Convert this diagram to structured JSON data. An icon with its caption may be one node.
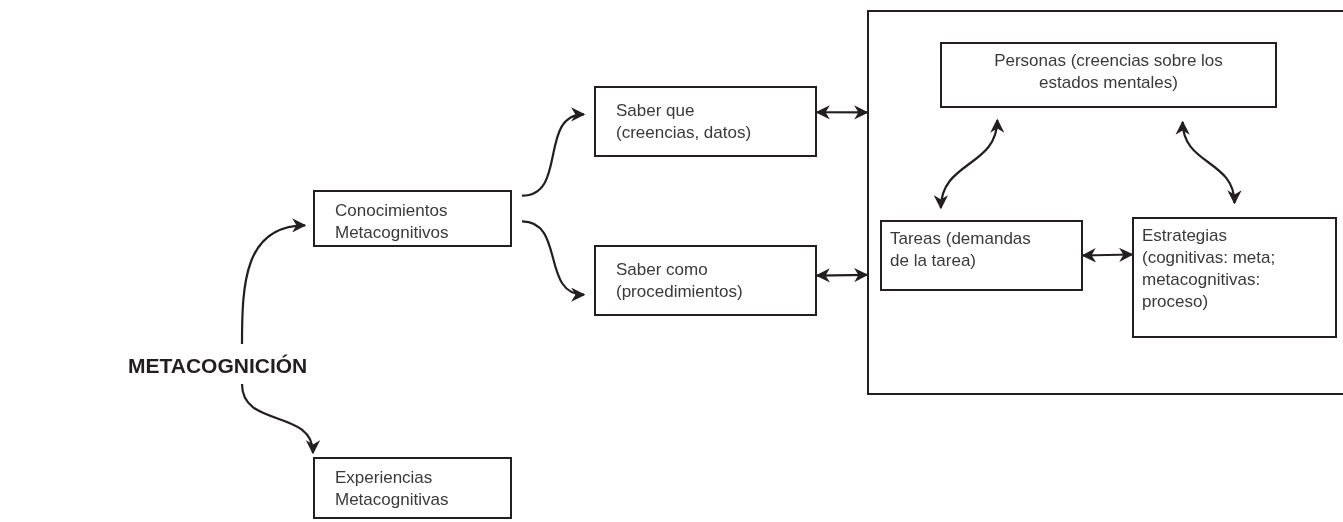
{
  "diagram": {
    "nodes": [
      {
        "text": [
          "METACOGNICIÓN"
        ]
      },
      {
        "text": [
          "Conocimientos Metacognitivos"
        ]
      },
      {
        "text": [
          "Saber que (creencias, datos)"
        ]
      },
      {
        "text": [
          "Saber como (procedimientos)"
        ]
      },
      {
        "text": [],
        "shape": "box"
      },
      {
        "text": [
          "Personas (creencias sobre los estados mentales)"
        ],
        "in": 4
      },
      {
        "text": [
          "Tareas (demandas de la tarea)"
        ],
        "in": 4
      },
      {
        "text": [
          "Estrategias (cognitivas: meta; metacognitivas: proceso)"
        ],
        "in": 4
      },
      {
        "text": [
          "Experiencias Metacognitivas"
        ]
      }
    ],
    "edges": [
      {
        "from": 0,
        "to": 1,
        "arrow": "to"
      },
      {
        "from": 0,
        "to": 8,
        "arrow": "to"
      },
      {
        "from": 1,
        "to": 2,
        "arrow": "to"
      },
      {
        "from": 1,
        "to": 3,
        "arrow": "to"
      },
      {
        "from": 2,
        "to": 4,
        "arrow": "both"
      },
      {
        "from": 3,
        "to": 4,
        "arrow": "both"
      },
      {
        "from": 6,
        "to": 5,
        "arrow": "both"
      },
      {
        "from": 7,
        "to": 5,
        "arrow": "both"
      },
      {
        "from": 6,
        "to": 7,
        "arrow": "both"
      }
    ]
  }
}
